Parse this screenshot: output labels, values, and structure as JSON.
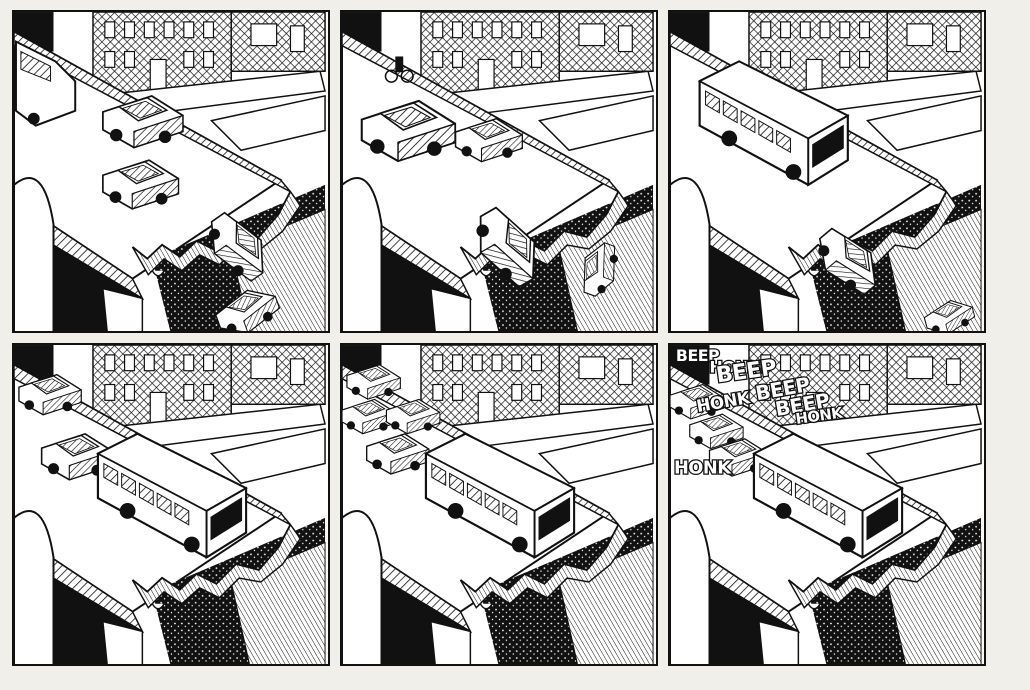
{
  "comic": {
    "panels": [
      {
        "id": "panel-1",
        "content": [
          "skyline",
          "bridge",
          "van",
          "pickup",
          "car-a",
          "break",
          "falling-car-1",
          "falling-car-2"
        ]
      },
      {
        "id": "panel-2",
        "content": [
          "skyline",
          "bridge",
          "cyclist",
          "sedan",
          "beetle",
          "break",
          "falling-car-3",
          "falling-car-4"
        ]
      },
      {
        "id": "panel-3",
        "content": [
          "skyline",
          "bridge",
          "bus-mid",
          "break",
          "falling-car-5",
          "falling-car-6"
        ]
      },
      {
        "id": "panel-4",
        "content": [
          "skyline",
          "bridge",
          "car-far",
          "car-near",
          "bus-edge",
          "break"
        ]
      },
      {
        "id": "panel-5",
        "content": [
          "skyline",
          "bridge",
          "traffic-queue",
          "bus-edge",
          "break"
        ]
      },
      {
        "id": "panel-6",
        "content": [
          "skyline",
          "bridge",
          "traffic-queue",
          "bus-edge",
          "break",
          "sfx"
        ]
      }
    ],
    "sound_effects": {
      "beep_1": "BEEP",
      "honk_1": "HONK",
      "beep_2": "BEEP",
      "honk_2": "HONK",
      "beep_3": "BEEP",
      "beep_4": "BEEP",
      "honk_3": "HONK",
      "honk_4": "HONK"
    },
    "colors": {
      "ink": "#111111",
      "paper": "#ffffff",
      "page": "#f1efea"
    }
  }
}
